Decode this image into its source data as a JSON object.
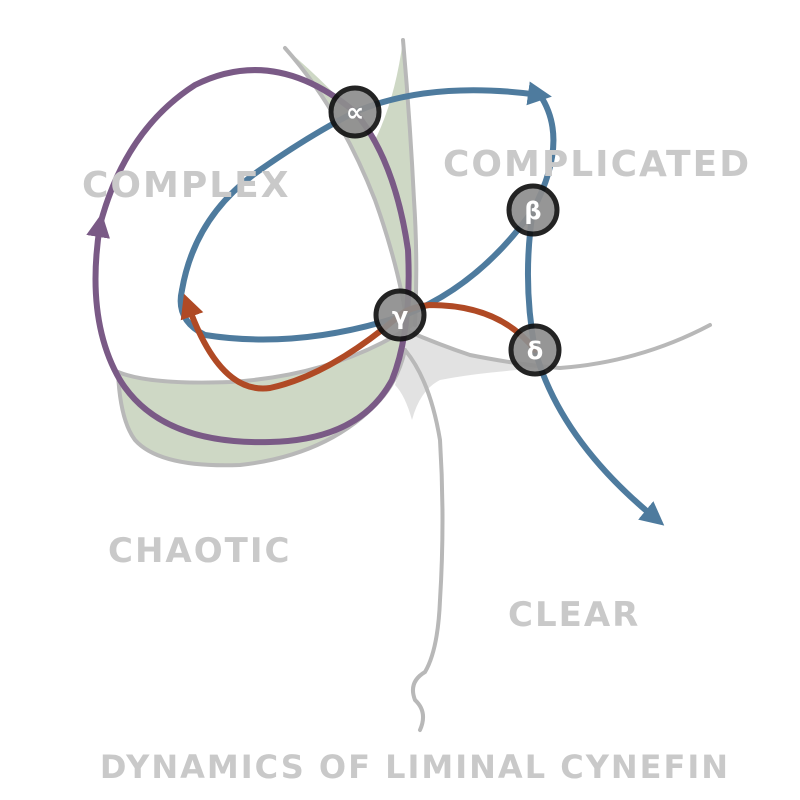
{
  "domains": {
    "complex": "COMPLEX",
    "complicated": "COMPLICATED",
    "chaotic": "CHAOTIC",
    "clear": "CLEAR"
  },
  "caption": "DYNAMICS OF LIMINAL CYNEFIN",
  "nodes": {
    "alpha": "∝",
    "beta": "β",
    "gamma": "γ",
    "delta": "δ"
  },
  "colors": {
    "boundary": "#b8b8b8",
    "liminal_fill": "#c9d4bf",
    "disorder_fill": "#e2e2e2",
    "purple_loop": "#7a5a86",
    "blue_path": "#4e7b9e",
    "orange_path": "#b04a25",
    "node_ring": "#111111",
    "node_fill": "#8e8e8e",
    "label": "#c9c9c9"
  }
}
